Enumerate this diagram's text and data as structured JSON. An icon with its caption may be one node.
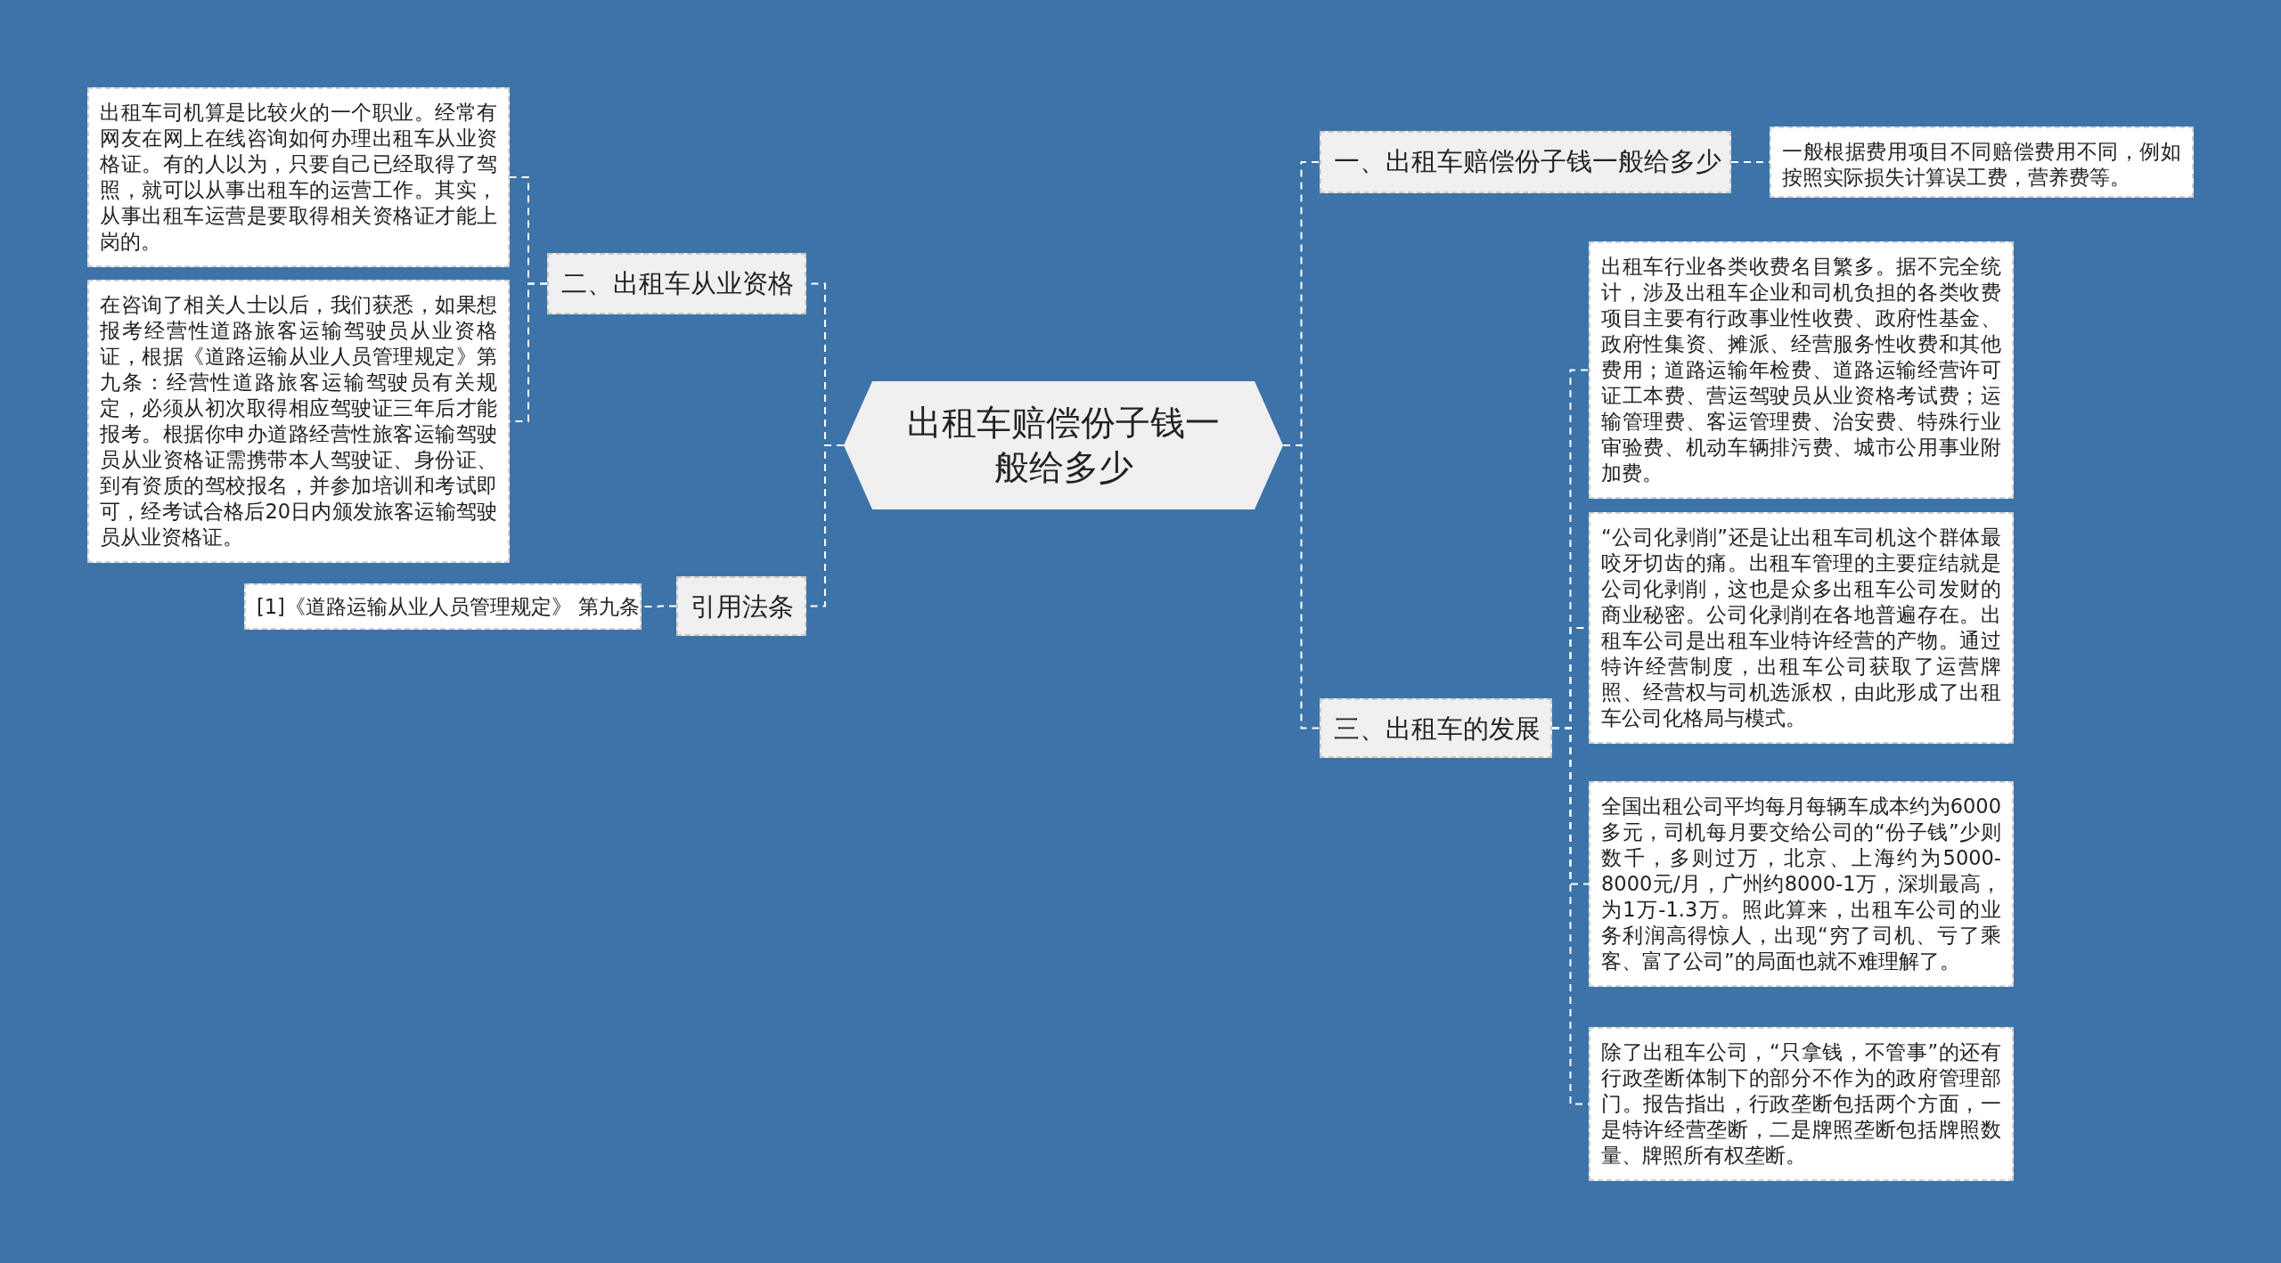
{
  "diagram": {
    "nodes": [
      {
        "text": [
          "出租车赔偿份子钱一般给多少"
        ]
      },
      {
        "text": [
          "一、出租车赔偿份子钱一般给多少"
        ]
      },
      {
        "text": [
          "一般根据费用项目不同赔偿费用不同，例如按照实际损失计算误工费，营养费等。"
        ]
      },
      {
        "text": [
          "三、出租车的发展"
        ]
      },
      {
        "text": [
          "出租车行业各类收费名目繁多。据不完全统计，涉及出租车企业和司机负担的各类收费项目主要有行政事业性收费、政府性基金、政府性集资、摊派、经营服务性收费和其他费用；道路运输年检费、道路运输经营许可证工本费、营运驾驶员从业资格考试费；运输管理费、客运管理费、治安费、特殊行业审验费、机动车辆排污费、城市公用事业附加费。"
        ]
      },
      {
        "text": [
          "“公司化剥削”还是让出租车司机这个群体最咬牙切齿的痛。出租车管理的主要症结就是公司化剥削，这也是众多出租车公司发财的商业秘密。公司化剥削在各地普遍存在。出租车公司是出租车业特许经营的产物。通过特许经营制度，出租车公司获取了运营牌照、经营权与司机选派权，由此形成了出租车公司化格局与模式。"
        ]
      },
      {
        "text": [
          "全国出租公司平均每月每辆车成本约为6000多元，司机每月要交给公司的“份子钱”少则数千，多则过万，北京、上海约为5000-8000元/月，广州约8000-1万，深圳最高，为1万-1.3万。照此算来，出租车公司的业务利润高得惊人，出现“穷了司机、亏了乘客、富了公司”的局面也就不难理解了。"
        ]
      },
      {
        "text": [
          "除了出租车公司，“只拿钱，不管事”的还有行政垄断体制下的部分不作为的政府管理部门。报告指出，行政垄断包括两个方面，一是特许经营垄断，二是牌照垄断包括牌照数量、牌照所有权垄断。"
        ]
      },
      {
        "text": [
          "二、出租车从业资格"
        ]
      },
      {
        "text": [
          "出租车司机算是比较火的一个职业。经常有网友在网上在线咨询如何办理出租车从业资格证。有的人以为，只要自己已经取得了驾照，就可以从事出租车的运营工作。其实，从事出租车运营是要取得相关资格证才能上岗的。"
        ]
      },
      {
        "text": [
          "在咨询了相关人士以后，我们获悉，如果想报考经营性道路旅客运输驾驶员从业资格证，根据《道路运输从业人员管理规定》第九条：经营性道路旅客运输驾驶员有关规定，必须从初次取得相应驾驶证三年后才能报考。根据你申办道路经营性旅客运输驾驶员从业资格证需携带本人驾驶证、身份证、到有资质的驾校报名，并参加培训和考试即可，经考试合格后20日内颁发旅客运输驾驶员从业资格证。"
        ]
      },
      {
        "text": [
          "引用法条"
        ]
      },
      {
        "text": [
          "[1]《道路运输从业人员管理规定》 第九条"
        ]
      }
    ],
    "edges": [
      {
        "from": 0,
        "to": 1,
        "arrow": "none"
      },
      {
        "from": 1,
        "to": 2,
        "arrow": "none"
      },
      {
        "from": 0,
        "to": 3,
        "arrow": "none"
      },
      {
        "from": 3,
        "to": 4,
        "arrow": "none"
      },
      {
        "from": 3,
        "to": 5,
        "arrow": "none"
      },
      {
        "from": 3,
        "to": 6,
        "arrow": "none"
      },
      {
        "from": 3,
        "to": 7,
        "arrow": "none"
      },
      {
        "from": 0,
        "to": 8,
        "arrow": "none"
      },
      {
        "from": 8,
        "to": 9,
        "arrow": "none"
      },
      {
        "from": 8,
        "to": 10,
        "arrow": "none"
      },
      {
        "from": 0,
        "to": 11,
        "arrow": "none"
      },
      {
        "from": 11,
        "to": 12,
        "arrow": "none"
      }
    ]
  }
}
